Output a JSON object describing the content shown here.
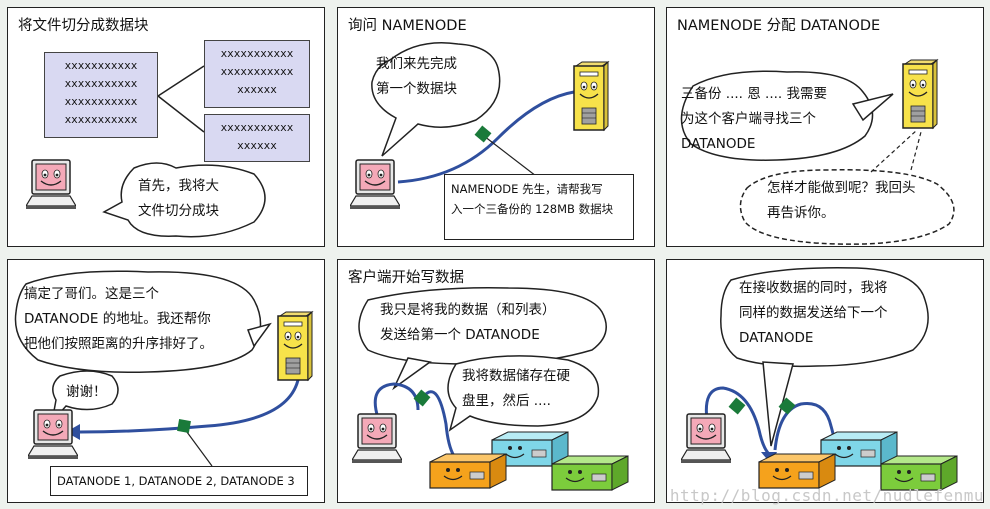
{
  "panels": [
    {
      "title": "将文件切分成数据块",
      "file_blocks": [
        [
          "xxxxxxxxxxx",
          "xxxxxxxxxxx",
          "xxxxxxxxxxx",
          "xxxxxxxxxxx"
        ],
        [
          "xxxxxxxxxxx",
          "xxxxxxxxxxx",
          "xxxxxx"
        ],
        [
          "xxxxxxxxxxx",
          "xxxxxx"
        ]
      ],
      "bubble": [
        "首先，我将大",
        "文件切分成块"
      ]
    },
    {
      "title": "询问 NAMENODE",
      "bubble": [
        "我们来先完成",
        "第一个数据块"
      ],
      "note": [
        "NAMENODE 先生，请帮我写",
        "入一个三备份的 128MB 数据块"
      ]
    },
    {
      "title": "NAMENODE 分配 DATANODE",
      "bubble": [
        "三备份 .... 恩 .... 我需要",
        "为这个客户端寻找三个",
        "DATANODE"
      ],
      "thought": [
        "怎样才能做到呢？我回头",
        "再告诉你。"
      ]
    },
    {
      "title": "",
      "bubble": [
        "搞定了哥们。这是三个",
        "DATANODE 的地址。我还帮你",
        "把他们按照距离的升序排好了。"
      ],
      "small_bubble": "谢谢！",
      "note": "DATANODE 1, DATANODE 2, DATANODE 3"
    },
    {
      "title": "客户端开始写数据",
      "bubble": [
        "我只是将我的数据（和列表）",
        "发送给第一个 DATANODE"
      ],
      "bubble2": [
        "我将数据储存在硬",
        "盘里，然后 ...."
      ]
    },
    {
      "title": "",
      "bubble": [
        "在接收数据的同时，我将",
        "同样的数据发送给下一个",
        "DATANODE"
      ]
    }
  ],
  "watermark": "http://blog.csdn.net/nudlefenmu",
  "colors": {
    "document": "#d9d9f2",
    "server": "#f7e24a",
    "arrow": "#2f4f9e",
    "packet": "#1a7a3a",
    "datanode_orange": "#f5a21c",
    "datanode_cyan": "#7fd6e8",
    "datanode_green": "#7ccc3c",
    "laptop_face": "#f4a9b8"
  }
}
